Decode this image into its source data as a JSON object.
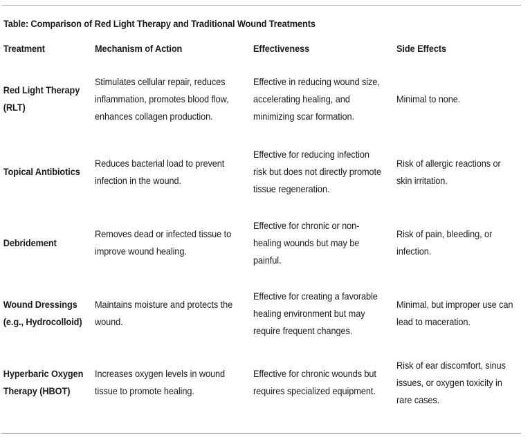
{
  "title": "Table: Comparison of Red Light Therapy and Traditional Wound Treatments",
  "table": {
    "columns": [
      "Treatment",
      "Mechanism of Action",
      "Effectiveness",
      "Side Effects"
    ],
    "rows": [
      {
        "treatment": "Red Light Therapy (RLT)",
        "mechanism": "Stimulates cellular repair, reduces inflammation, promotes blood flow, enhances collagen production.",
        "effectiveness": "Effective in reducing wound size, accelerating healing, and minimizing scar formation.",
        "side_effects": "Minimal to none."
      },
      {
        "treatment": "Topical Antibiotics",
        "mechanism": "Reduces bacterial load to prevent infection in the wound.",
        "effectiveness": "Effective for reducing infection risk but does not directly promote tissue regeneration.",
        "side_effects": "Risk of allergic reactions or skin irritation."
      },
      {
        "treatment": "Debridement",
        "mechanism": "Removes dead or infected tissue to improve wound healing.",
        "effectiveness": "Effective for chronic or non-healing wounds but may be painful.",
        "side_effects": "Risk of pain, bleeding, or infection."
      },
      {
        "treatment": "Wound Dressings (e.g., Hydrocolloid)",
        "mechanism": "Maintains moisture and protects the wound.",
        "effectiveness": "Effective for creating a favorable healing environment but may require frequent changes.",
        "side_effects": "Minimal, but improper use can lead to maceration."
      },
      {
        "treatment": "Hyperbaric Oxygen Therapy (HBOT)",
        "mechanism": "Increases oxygen levels in wound tissue to promote healing.",
        "effectiveness": "Effective for chronic wounds but requires specialized equipment.",
        "side_effects": "Risk of ear discomfort, sinus issues, or oxygen toxicity in rare cases."
      }
    ]
  },
  "style": {
    "rule_color": "#a6a6a6",
    "text_color": "#1a1a1a",
    "background": "#ffffff"
  }
}
